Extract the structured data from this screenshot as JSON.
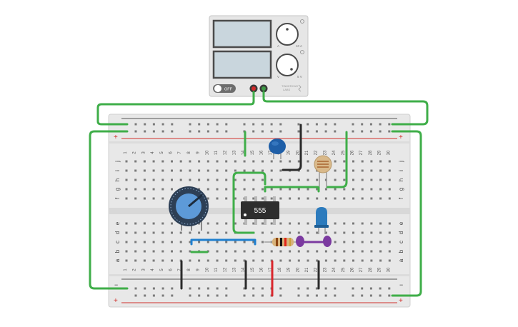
{
  "power_supply": {
    "switch_label": "OFF",
    "knob_labels": {
      "current_min": "A",
      "current_max": "10 A",
      "voltage_min": "V",
      "voltage_max": "5 V"
    },
    "brand_lines": [
      "TINKERCAD",
      "LABS"
    ]
  },
  "breadboard": {
    "column_numbers": [
      "1",
      "2",
      "3",
      "4",
      "5",
      "6",
      "7",
      "8",
      "9",
      "10",
      "11",
      "12",
      "13",
      "14",
      "15",
      "16",
      "17",
      "18",
      "19",
      "20",
      "21",
      "22",
      "23",
      "24",
      "25",
      "26",
      "27",
      "28",
      "29",
      "30"
    ],
    "row_letters_top": [
      "j",
      "i",
      "h",
      "g",
      "f"
    ],
    "row_letters_bottom": [
      "e",
      "d",
      "c",
      "b",
      "a"
    ],
    "rail_minus": "−",
    "rail_plus": "+"
  },
  "ic": {
    "label": "555"
  },
  "colors": {
    "wire_green": "#3fae49",
    "wire_black": "#2b2b2b",
    "wire_red": "#d9262b",
    "wire_blue": "#1f7fcf",
    "capacitor_blue": "#1f5fa8",
    "led_blue": "#2c7bbd",
    "led_purple": "#7b3aa0",
    "board": "#e8e8e8"
  }
}
